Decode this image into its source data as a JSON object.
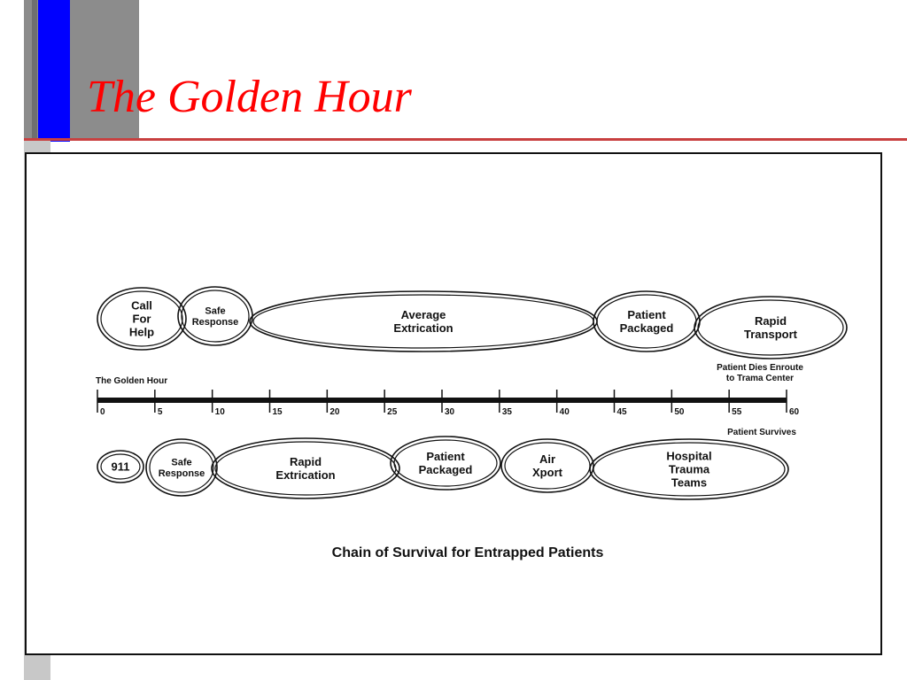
{
  "slide": {
    "title": "The Golden Hour"
  },
  "diagram": {
    "top_chain": [
      {
        "lines": [
          "Call",
          "For",
          "Help"
        ]
      },
      {
        "lines": [
          "Safe",
          "Response"
        ]
      },
      {
        "lines": [
          "Average",
          "Extrication"
        ]
      },
      {
        "lines": [
          "Patient",
          "Packaged"
        ]
      },
      {
        "lines": [
          "Rapid",
          "Transport"
        ]
      }
    ],
    "timeline_label": "The Golden Hour",
    "ticks": [
      "0",
      "5",
      "10",
      "15",
      "20",
      "25",
      "30",
      "35",
      "40",
      "45",
      "50",
      "55",
      "60"
    ],
    "note_top": [
      "Patient Dies Enroute",
      "to Trama Center"
    ],
    "note_bottom": "Patient Survives",
    "bottom_chain": [
      {
        "lines": [
          "911"
        ]
      },
      {
        "lines": [
          "Safe",
          "Response"
        ]
      },
      {
        "lines": [
          "Rapid",
          "Extrication"
        ]
      },
      {
        "lines": [
          "Patient",
          "Packaged"
        ]
      },
      {
        "lines": [
          "Air",
          "Xport"
        ]
      },
      {
        "lines": [
          "Hospital",
          "Trauma",
          "Teams"
        ]
      }
    ],
    "caption": "Chain of Survival for Entrapped Patients"
  }
}
